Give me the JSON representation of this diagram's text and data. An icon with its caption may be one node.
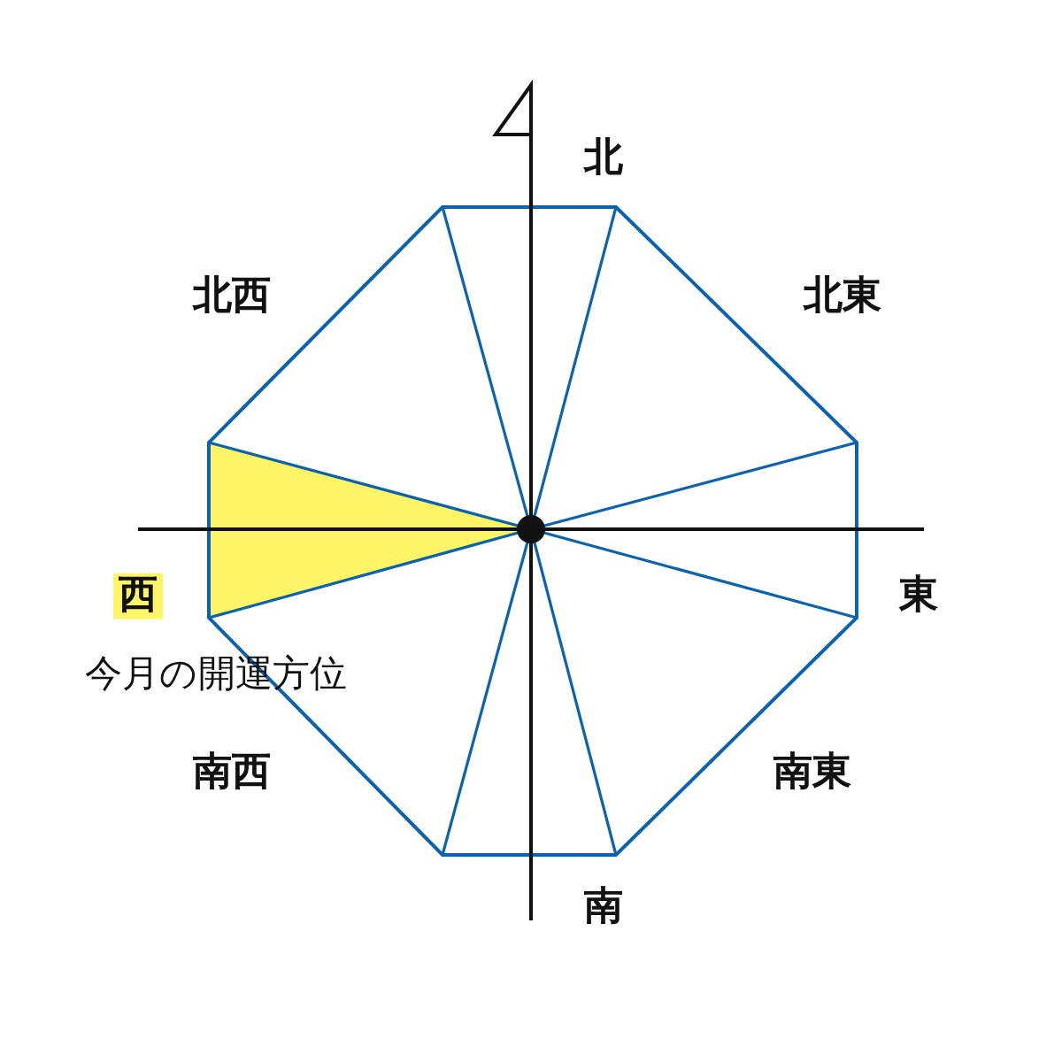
{
  "diagram": {
    "labels": [
      "北",
      "北西",
      "北東",
      "西",
      "東",
      "今月の開運方位",
      "南西",
      "南東",
      "南"
    ]
  }
}
